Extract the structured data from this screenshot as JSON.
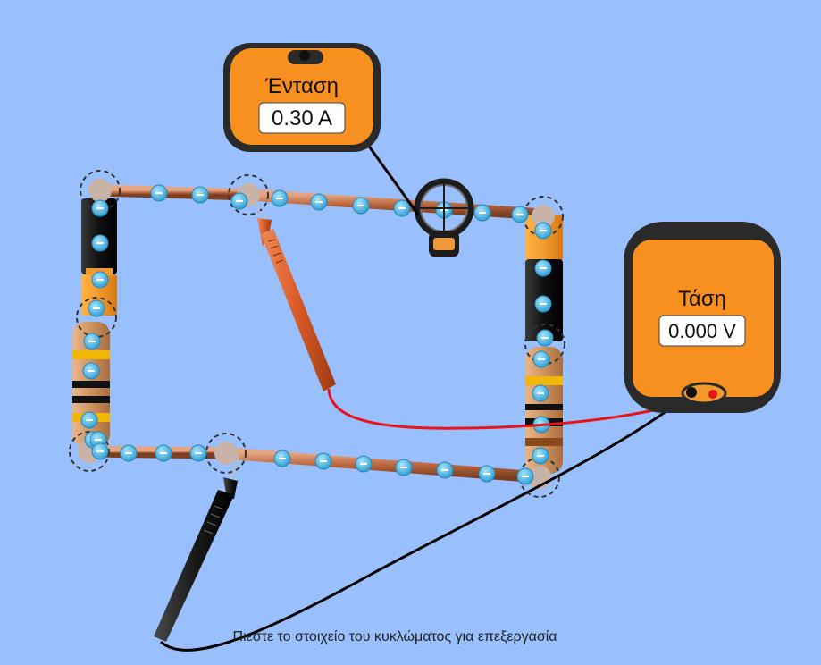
{
  "ammeter": {
    "title": "Ένταση",
    "reading": "0.30 A"
  },
  "voltmeter": {
    "title": "Τάση",
    "reading": "0.000 V"
  },
  "hint": "Πιεστε το στοιχείο του κυκλώματος για επεξεργασία",
  "colors": {
    "background": "#99c0fd",
    "meter_body": "#f7901e",
    "meter_case": "#2a2a2a",
    "wire": "#c77a4f",
    "electron": "#4fb6e3",
    "probe_red": "#d85a26",
    "lead_red": "#e8141b",
    "probe_black": "#1c1c1c"
  },
  "icons": {
    "electron": "minus-circle-icon",
    "junction": "dashed-circle-icon",
    "clamp": "current-sensor-icon"
  }
}
